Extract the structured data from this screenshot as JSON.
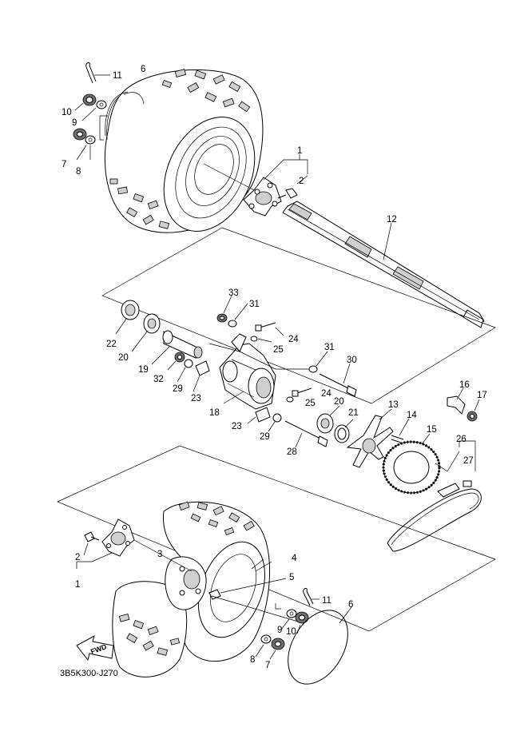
{
  "diagram_code": "3B5K300-J270",
  "fwd_label": "FWD",
  "callouts": [
    {
      "id": "c-11-top",
      "text": "11"
    },
    {
      "id": "c-6-top",
      "text": "6"
    },
    {
      "id": "c-10-top",
      "text": "10"
    },
    {
      "id": "c-9-top",
      "text": "9"
    },
    {
      "id": "c-7-top",
      "text": "7"
    },
    {
      "id": "c-8-top",
      "text": "8"
    },
    {
      "id": "c-1-top",
      "text": "1"
    },
    {
      "id": "c-2-top",
      "text": "2"
    },
    {
      "id": "c-12",
      "text": "12"
    },
    {
      "id": "c-33",
      "text": "33"
    },
    {
      "id": "c-31-a",
      "text": "31"
    },
    {
      "id": "c-22",
      "text": "22"
    },
    {
      "id": "c-20-a",
      "text": "20"
    },
    {
      "id": "c-24-a",
      "text": "24"
    },
    {
      "id": "c-25-a",
      "text": "25"
    },
    {
      "id": "c-31-b",
      "text": "31"
    },
    {
      "id": "c-30",
      "text": "30"
    },
    {
      "id": "c-19",
      "text": "19"
    },
    {
      "id": "c-32",
      "text": "32"
    },
    {
      "id": "c-29-a",
      "text": "29"
    },
    {
      "id": "c-23-a",
      "text": "23"
    },
    {
      "id": "c-24-b",
      "text": "24"
    },
    {
      "id": "c-25-b",
      "text": "25"
    },
    {
      "id": "c-20-b",
      "text": "20"
    },
    {
      "id": "c-18",
      "text": "18"
    },
    {
      "id": "c-23-b",
      "text": "23"
    },
    {
      "id": "c-29-b",
      "text": "29"
    },
    {
      "id": "c-21",
      "text": "21"
    },
    {
      "id": "c-13",
      "text": "13"
    },
    {
      "id": "c-14",
      "text": "14"
    },
    {
      "id": "c-16",
      "text": "16"
    },
    {
      "id": "c-17",
      "text": "17"
    },
    {
      "id": "c-15",
      "text": "15"
    },
    {
      "id": "c-28",
      "text": "28"
    },
    {
      "id": "c-26",
      "text": "26"
    },
    {
      "id": "c-27",
      "text": "27"
    },
    {
      "id": "c-2-bot",
      "text": "2"
    },
    {
      "id": "c-1-bot",
      "text": "1"
    },
    {
      "id": "c-3",
      "text": "3"
    },
    {
      "id": "c-4",
      "text": "4"
    },
    {
      "id": "c-5",
      "text": "5"
    },
    {
      "id": "c-11-bot",
      "text": "11"
    },
    {
      "id": "c-6-bot",
      "text": "6"
    },
    {
      "id": "c-9-bot",
      "text": "9"
    },
    {
      "id": "c-10-bot",
      "text": "10"
    },
    {
      "id": "c-8-bot",
      "text": "8"
    },
    {
      "id": "c-7-bot",
      "text": "7"
    }
  ]
}
